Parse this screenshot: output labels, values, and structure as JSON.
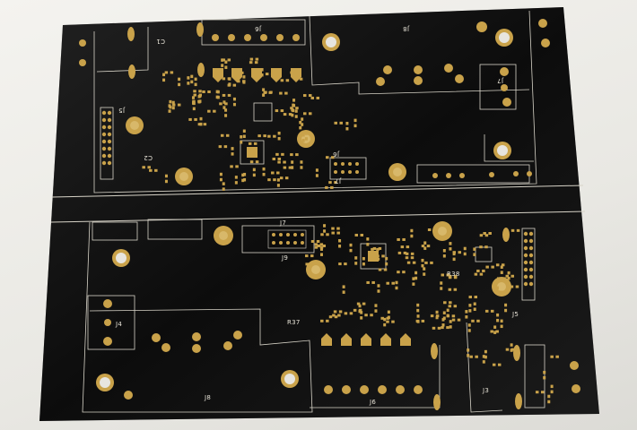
{
  "photo": {
    "subject": "pcb-board",
    "board_color": "#141414",
    "pad_color": "#c9a24a",
    "silkscreen_color": "#e8e4d8",
    "background_color": "#ecebe6"
  },
  "silkscreen": {
    "top": {
      "c1": "C1",
      "j6_top": "J6",
      "j7_top": "J7",
      "j8_top": "J8",
      "j5_top": "J5",
      "c2": "C2",
      "j7_mid": "J7",
      "j6_mid": "J6"
    },
    "bottom": {
      "j7": "J7",
      "j9": "J9",
      "j4": "J4",
      "j5": "J5",
      "j8": "J8",
      "j6": "J6",
      "j3": "J3",
      "r37": "R37",
      "r38": "R38"
    }
  }
}
